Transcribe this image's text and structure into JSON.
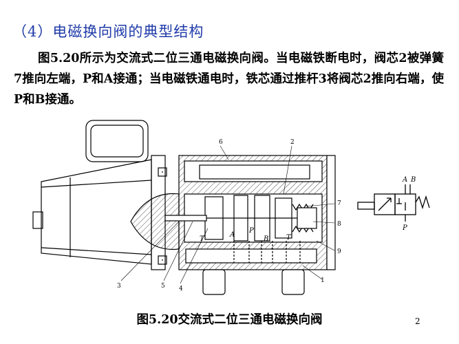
{
  "heading": "（4）电磁换向阀的典型结构",
  "paragraph": "图5.20所示为交流式二位三通电磁换向阀。当电磁铁断电时，阀芯2被弹簧7推向左端，P和A接通；当电磁铁通电时，铁芯通过推杆3将阀芯2推向右端，使P和B接通。",
  "caption": "图5.20交流式二位三通电磁换向阀",
  "page_number": "2",
  "figure": {
    "callouts": {
      "n6": "6",
      "n2": "2",
      "n7": "7",
      "n8": "8",
      "n9": "9",
      "n1": "1",
      "n3": "3",
      "n5": "5",
      "n4": "4"
    },
    "ports": {
      "A": "A",
      "P": "P",
      "B": "B",
      "T_left": "T",
      "T_right": "T"
    },
    "symbol_ports": {
      "A": "A",
      "B": "B",
      "P": "P"
    }
  },
  "colors": {
    "heading": "#1f3aa8",
    "text": "#000000",
    "background": "#ffffff"
  }
}
